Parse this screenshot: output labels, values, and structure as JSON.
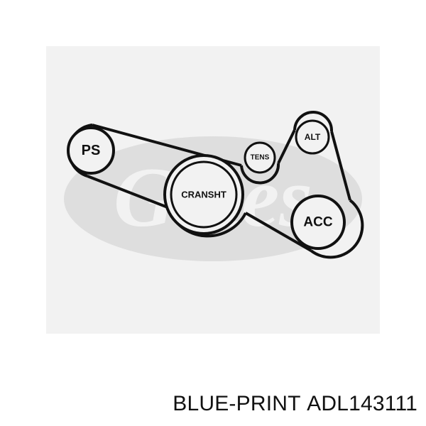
{
  "watermark": {
    "text": "Gates",
    "color": "#dedede"
  },
  "colors": {
    "belt": "#111111",
    "panel": "#f2f2f2",
    "background": "#ffffff"
  },
  "pulleys": {
    "ps": "PS",
    "crank": "CRANSHT",
    "tens": "TENS",
    "alt": "ALT",
    "acc": "ACC"
  },
  "footer": {
    "brand": "BLUE-PRINT",
    "part_number": "ADL143111"
  }
}
